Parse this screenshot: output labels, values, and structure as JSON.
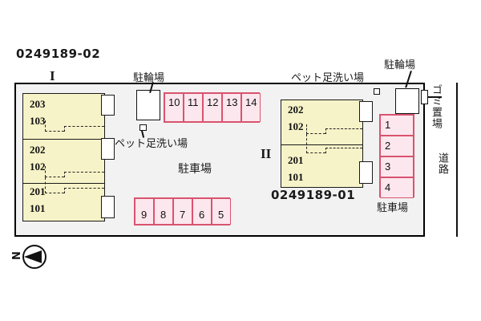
{
  "title_codes": {
    "left_building_code": "0249189-02",
    "left_building_marker": "I",
    "right_building_code": "0249189-01",
    "right_building_marker": "II"
  },
  "buildings": [
    {
      "name": "building-one",
      "code": "0249189-02",
      "marker": "I",
      "units": [
        {
          "upper": "203",
          "lower": "103"
        },
        {
          "upper": "202",
          "lower": "102"
        },
        {
          "upper": "201",
          "lower": "101"
        }
      ]
    },
    {
      "name": "building-two",
      "code": "0249189-01",
      "marker": "II",
      "units": [
        {
          "upper": "202",
          "lower": "102"
        },
        {
          "upper": "201",
          "lower": "101"
        }
      ]
    }
  ],
  "parking": {
    "label_center": "駐車場",
    "label_right": "駐車場",
    "top_row_stalls": [
      "10",
      "11",
      "12",
      "13",
      "14"
    ],
    "bottom_row_stalls": [
      "9",
      "8",
      "7",
      "6",
      "5"
    ],
    "right_column_stalls": [
      "1",
      "2",
      "3",
      "4"
    ]
  },
  "facilities": {
    "bike_parking_left": "駐輪場",
    "bike_parking_right": "駐輪場",
    "pet_wash_left": "ペット足洗い場",
    "pet_wash_right": "ペット足洗い場",
    "trash_area": "ゴミ置場",
    "road": "道路"
  },
  "compass": {
    "north_label": "N"
  },
  "colors": {
    "building_fill": "#f7f3c8",
    "building_stroke": "#1a1a1a",
    "parking_fill": "#fce7ee",
    "parking_stroke": "#d9536f",
    "site_fill": "#f2f2f2",
    "site_stroke": "#000000",
    "text": "#1a1a1a"
  }
}
